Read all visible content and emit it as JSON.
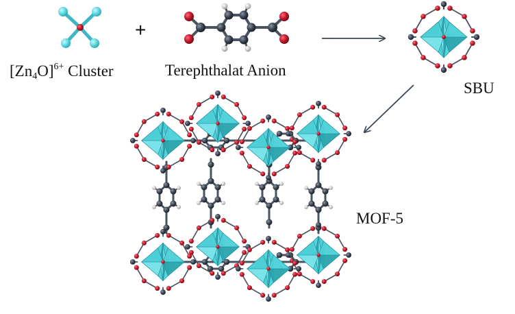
{
  "labels": {
    "cluster_prefix": "[Zn",
    "cluster_sub": "4",
    "cluster_mid": "O]",
    "cluster_sup": "6+",
    "cluster_suffix": " Cluster",
    "anion": "Terephthalat Anion",
    "sbu": "SBU",
    "mof": "MOF-5",
    "plus": "+"
  },
  "colors": {
    "zinc_tetrahedron": "#5fd8e0",
    "zinc_tetrahedron_dark": "#1d8d99",
    "oxygen": "#c0182a",
    "carbon": "#3a4350",
    "hydrogen": "#c8c8c8",
    "arrow": "#3b4656"
  }
}
